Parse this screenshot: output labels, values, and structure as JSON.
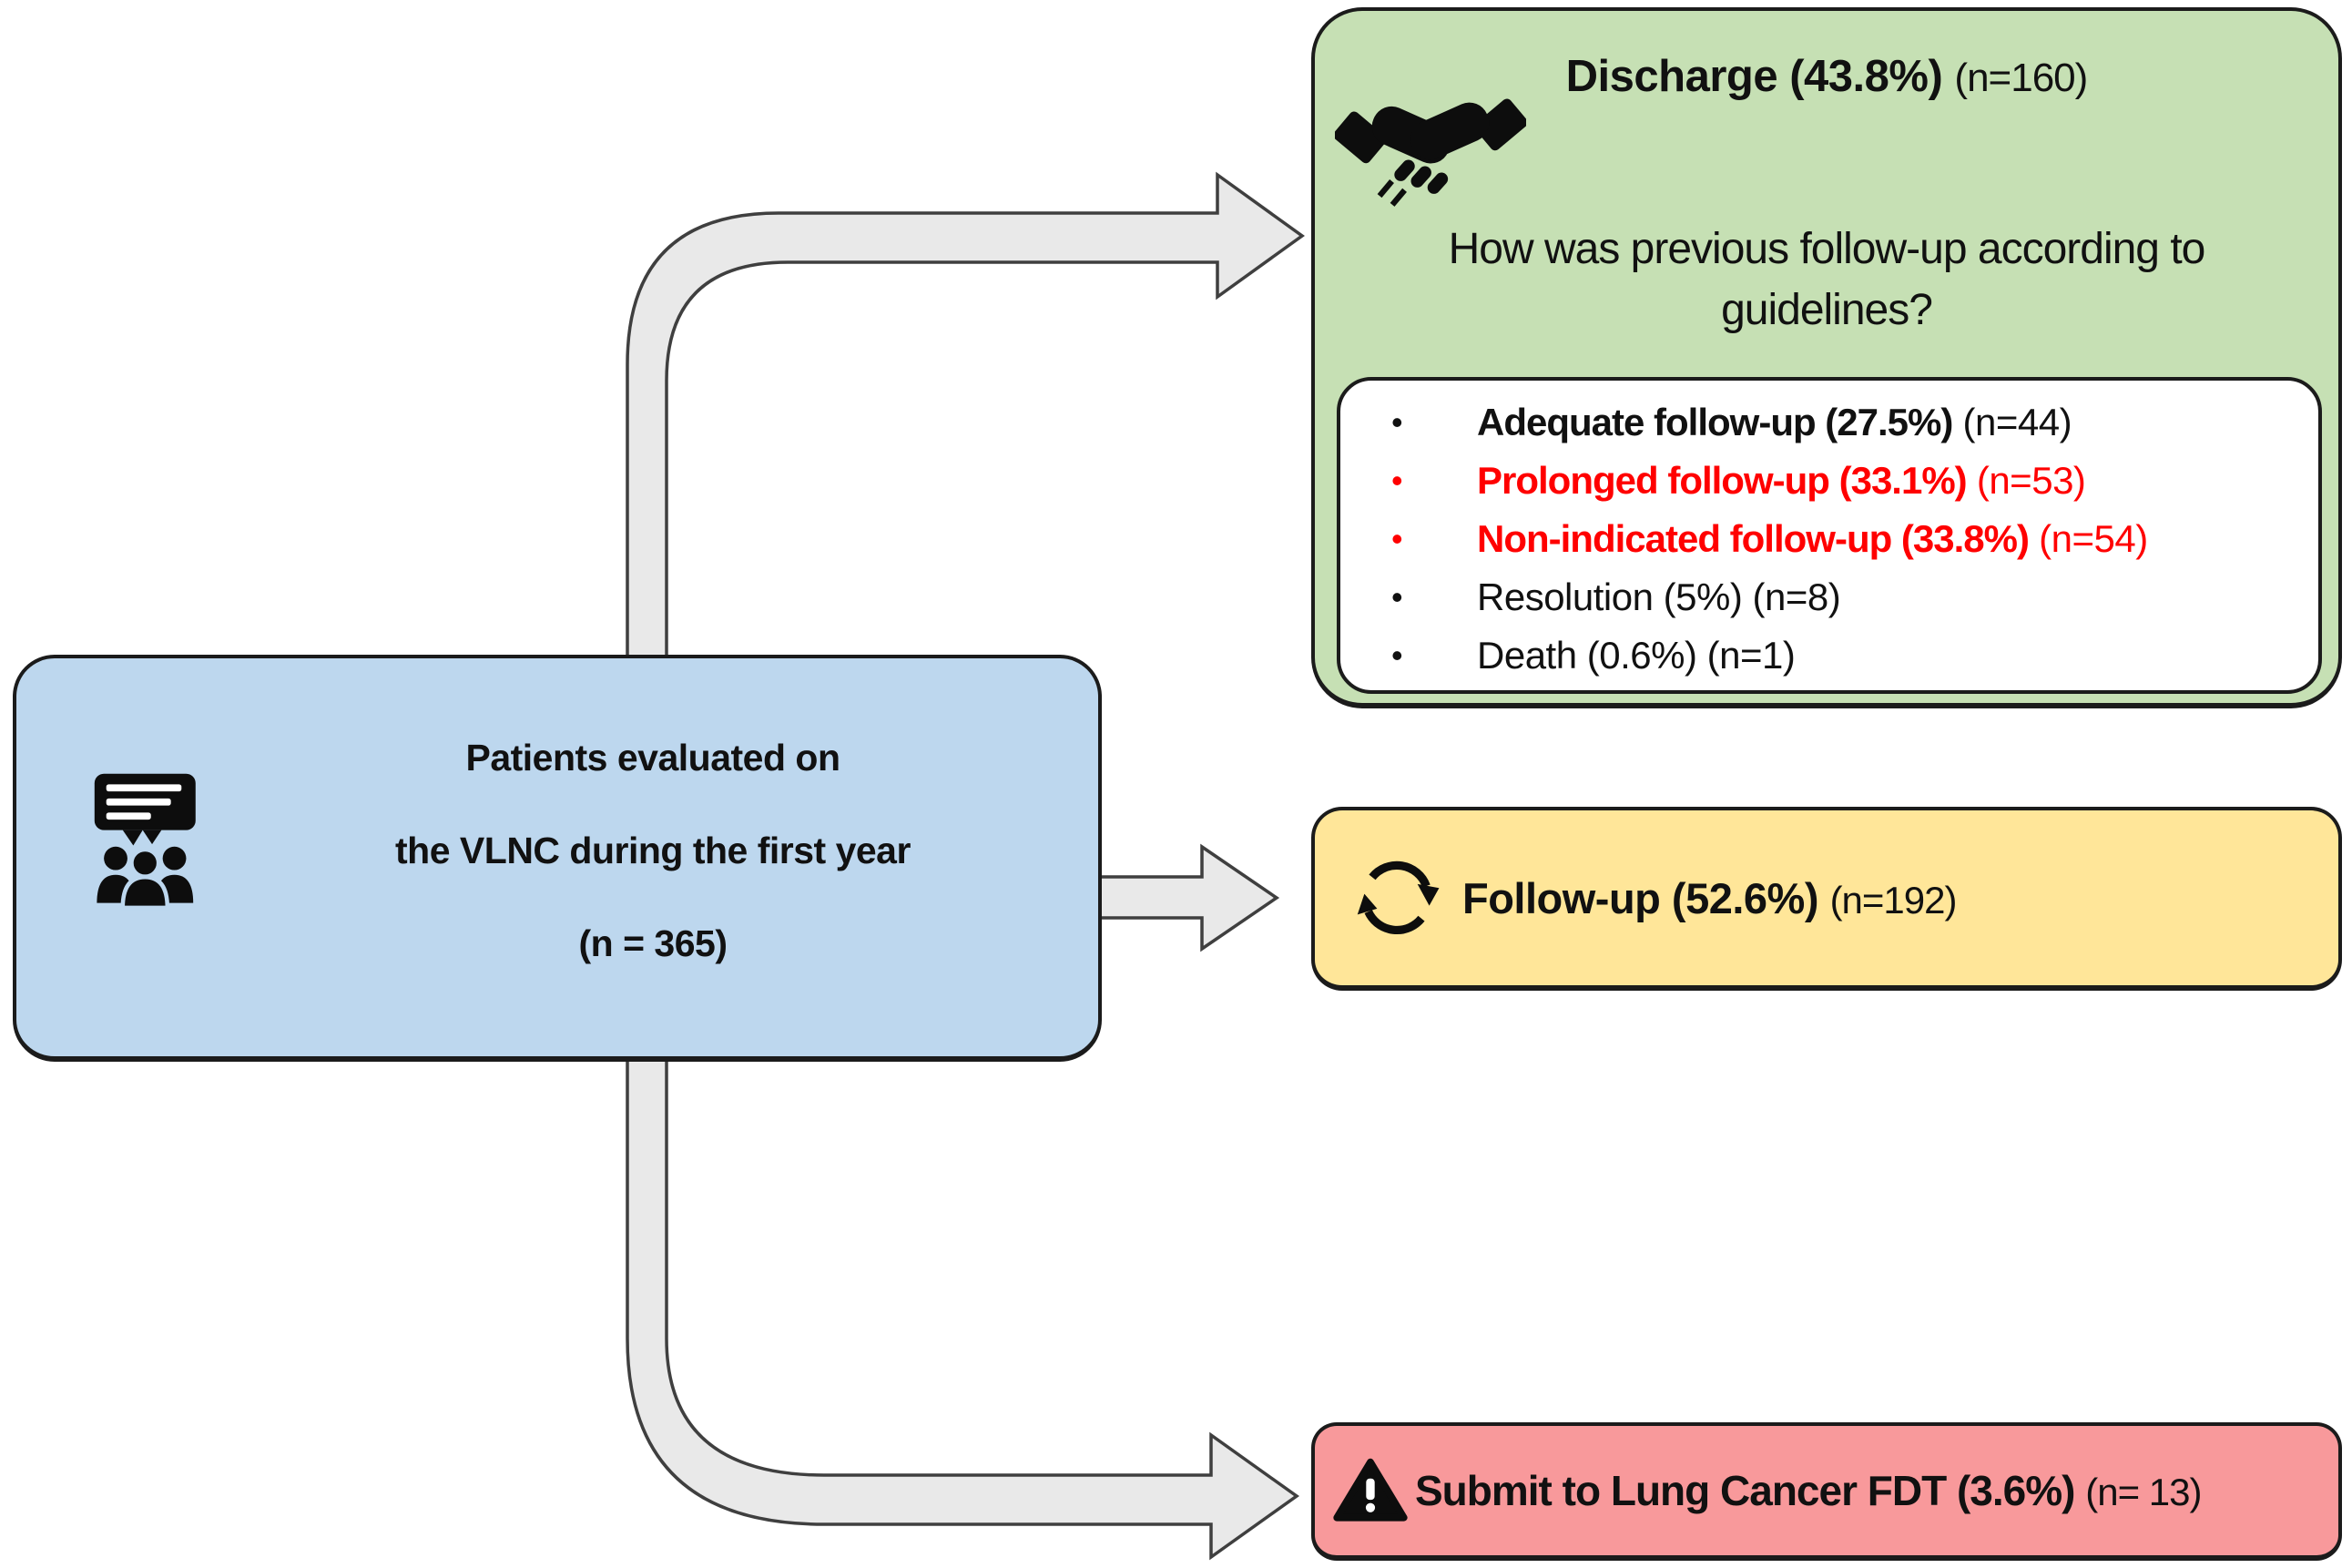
{
  "figure": {
    "type": "flow-diagram",
    "colors": {
      "source_fill": "#BDD7EE",
      "discharge_fill": "#C6E0B4",
      "followup_fill": "#FFE699",
      "fdt_fill": "#F8999B",
      "alert_red": "#FF0000",
      "text_dark": "#111111",
      "arrow_fill": "#E9E9E9",
      "arrow_outline": "#3F3F3F"
    },
    "source_box": {
      "icon": "presentation-audience-icon",
      "lines": [
        "Patients evaluated on",
        "the VLNC during the first year",
        "(n = 365)"
      ]
    },
    "discharge_box": {
      "icon": "handshake-icon",
      "title": "Discharge (43.8%)",
      "count": "(n=160)",
      "question": [
        "How was previous follow-up according to",
        "guidelines?"
      ],
      "bullets": [
        {
          "strong": "Adequate follow-up (27.5%)",
          "normal": " (n=44)",
          "color": "#111111"
        },
        {
          "strong": "Prolonged follow-up (33.1%)",
          "normal": " (n=53)",
          "color": "#FF0000"
        },
        {
          "strong": "Non-indicated follow-up (33.8%)",
          "normal": " (n=54)",
          "color": "#FF0000"
        },
        {
          "strong": "",
          "normal": "Resolution (5%) (n=8)",
          "color": "#111111"
        },
        {
          "strong": "",
          "normal": "Death (0.6%) (n=1)",
          "color": "#111111"
        }
      ]
    },
    "followup_box": {
      "icon": "refresh-cycle-icon",
      "title": "Follow-up (52.6%)",
      "count": "(n=192)"
    },
    "fdt_box": {
      "icon": "warning-icon",
      "title": "Submit to Lung Cancer FDT (3.6%)",
      "count": "(n= 13)"
    }
  }
}
